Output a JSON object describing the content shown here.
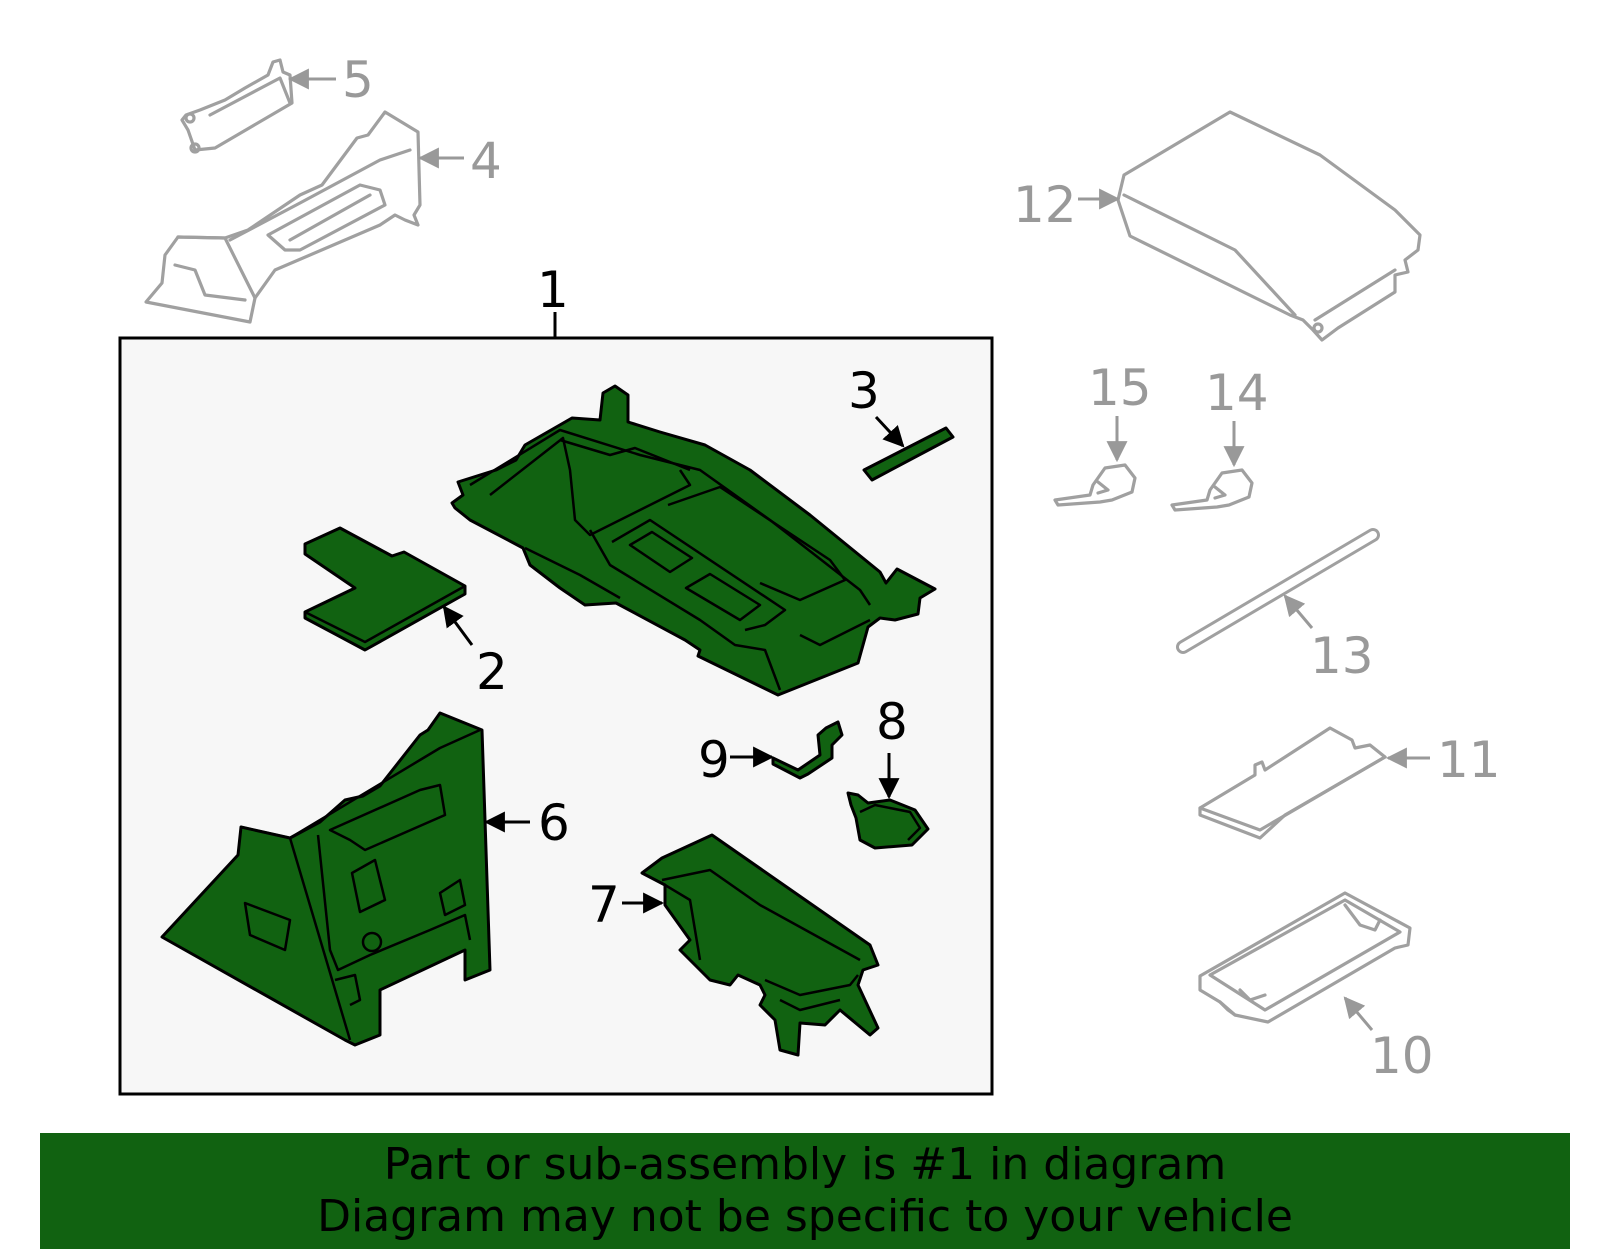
{
  "banner": {
    "line1": "Part or sub-assembly is #1 in diagram",
    "line2": "Diagram may not be specific to your vehicle"
  },
  "callouts": {
    "c1": "1",
    "c2": "2",
    "c3": "3",
    "c4": "4",
    "c5": "5",
    "c6": "6",
    "c7": "7",
    "c8": "8",
    "c9": "9",
    "c10": "10",
    "c11": "11",
    "c12": "12",
    "c13": "13",
    "c14": "14",
    "c15": "15"
  },
  "colors": {
    "highlight": "#116211",
    "outline": "#000000",
    "muted": "#a0a0a0",
    "box_fill": "#f7f7f7"
  }
}
